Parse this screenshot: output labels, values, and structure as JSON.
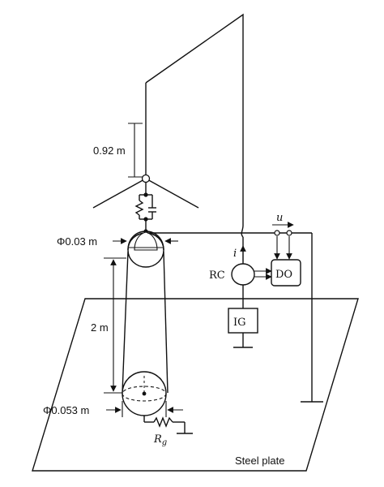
{
  "labels": {
    "top_distance": "0.92 m",
    "top_diameter": "Φ0.03 m",
    "height": "2 m",
    "bottom_diameter": "Φ0.053 m",
    "resistor": "R",
    "resistor_sub": "g",
    "rc": "RC",
    "do": "DO",
    "ig": "IG",
    "current": "i",
    "voltage": "u",
    "plate": "Steel plate"
  }
}
